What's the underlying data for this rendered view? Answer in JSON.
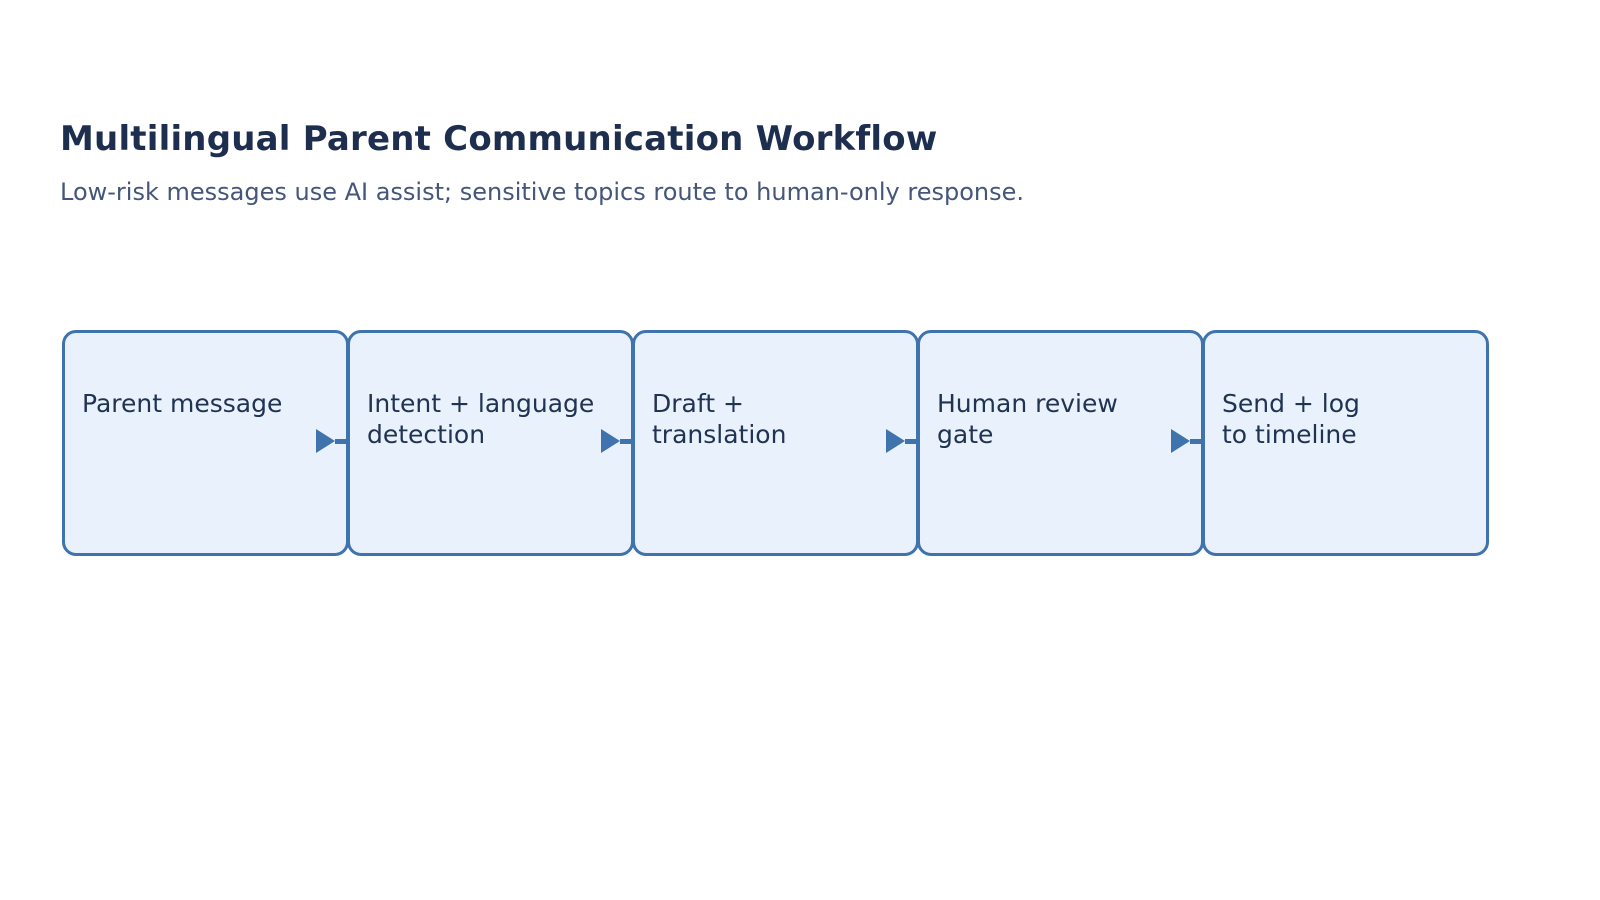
{
  "page": {
    "title": "Multilingual Parent Communication Workflow",
    "subtitle": "Low-risk messages use AI assist; sensitive topics route to human-only response."
  },
  "flow": {
    "direction": "left-to-right",
    "steps": [
      {
        "label": "Parent message",
        "lines": [
          "Parent message"
        ]
      },
      {
        "label": "Intent + language detection",
        "lines": [
          "Intent + language",
          "detection"
        ]
      },
      {
        "label": "Draft + translation",
        "lines": [
          "Draft +",
          "translation"
        ]
      },
      {
        "label": "Human review gate",
        "lines": [
          "Human review",
          "gate"
        ]
      },
      {
        "label": "Send + log to timeline",
        "lines": [
          "Send + log",
          "to timeline"
        ]
      }
    ],
    "connector": "arrow-right"
  },
  "colors": {
    "title_text": "#1e2e4f",
    "subtitle_text": "#44567a",
    "node_fill": "#e9f1fc",
    "node_border": "#3e73ad",
    "node_text": "#203452",
    "arrow": "#3e73ad",
    "background": "#ffffff"
  }
}
